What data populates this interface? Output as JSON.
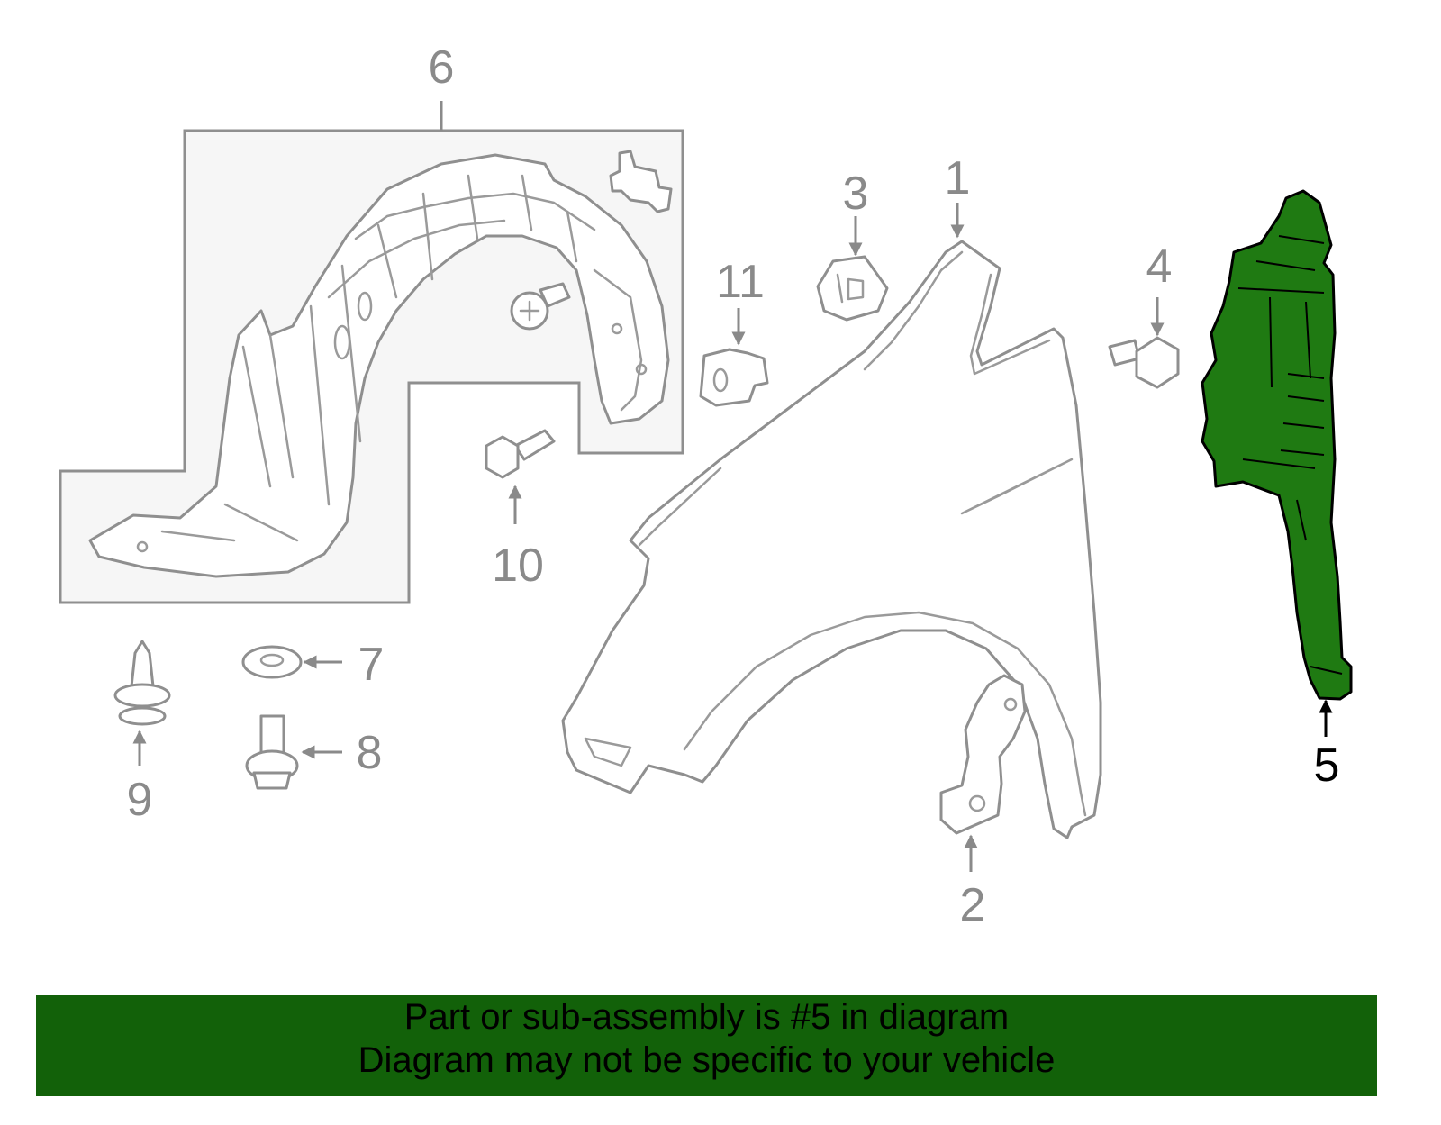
{
  "diagram": {
    "callouts": {
      "c1": "1",
      "c2": "2",
      "c3": "3",
      "c4": "4",
      "c5": "5",
      "c6": "6",
      "c7": "7",
      "c8": "8",
      "c9": "9",
      "c10": "10",
      "c11": "11"
    },
    "highlighted_part": "5",
    "colors": {
      "highlight": "#1f7a12",
      "footer_bg": "#126109",
      "line": "#8f8f8f",
      "box": "#f5f5f5"
    }
  },
  "footer": {
    "line1": "Part or sub-assembly is #5 in diagram",
    "line2": "Diagram may not be specific to your vehicle"
  }
}
